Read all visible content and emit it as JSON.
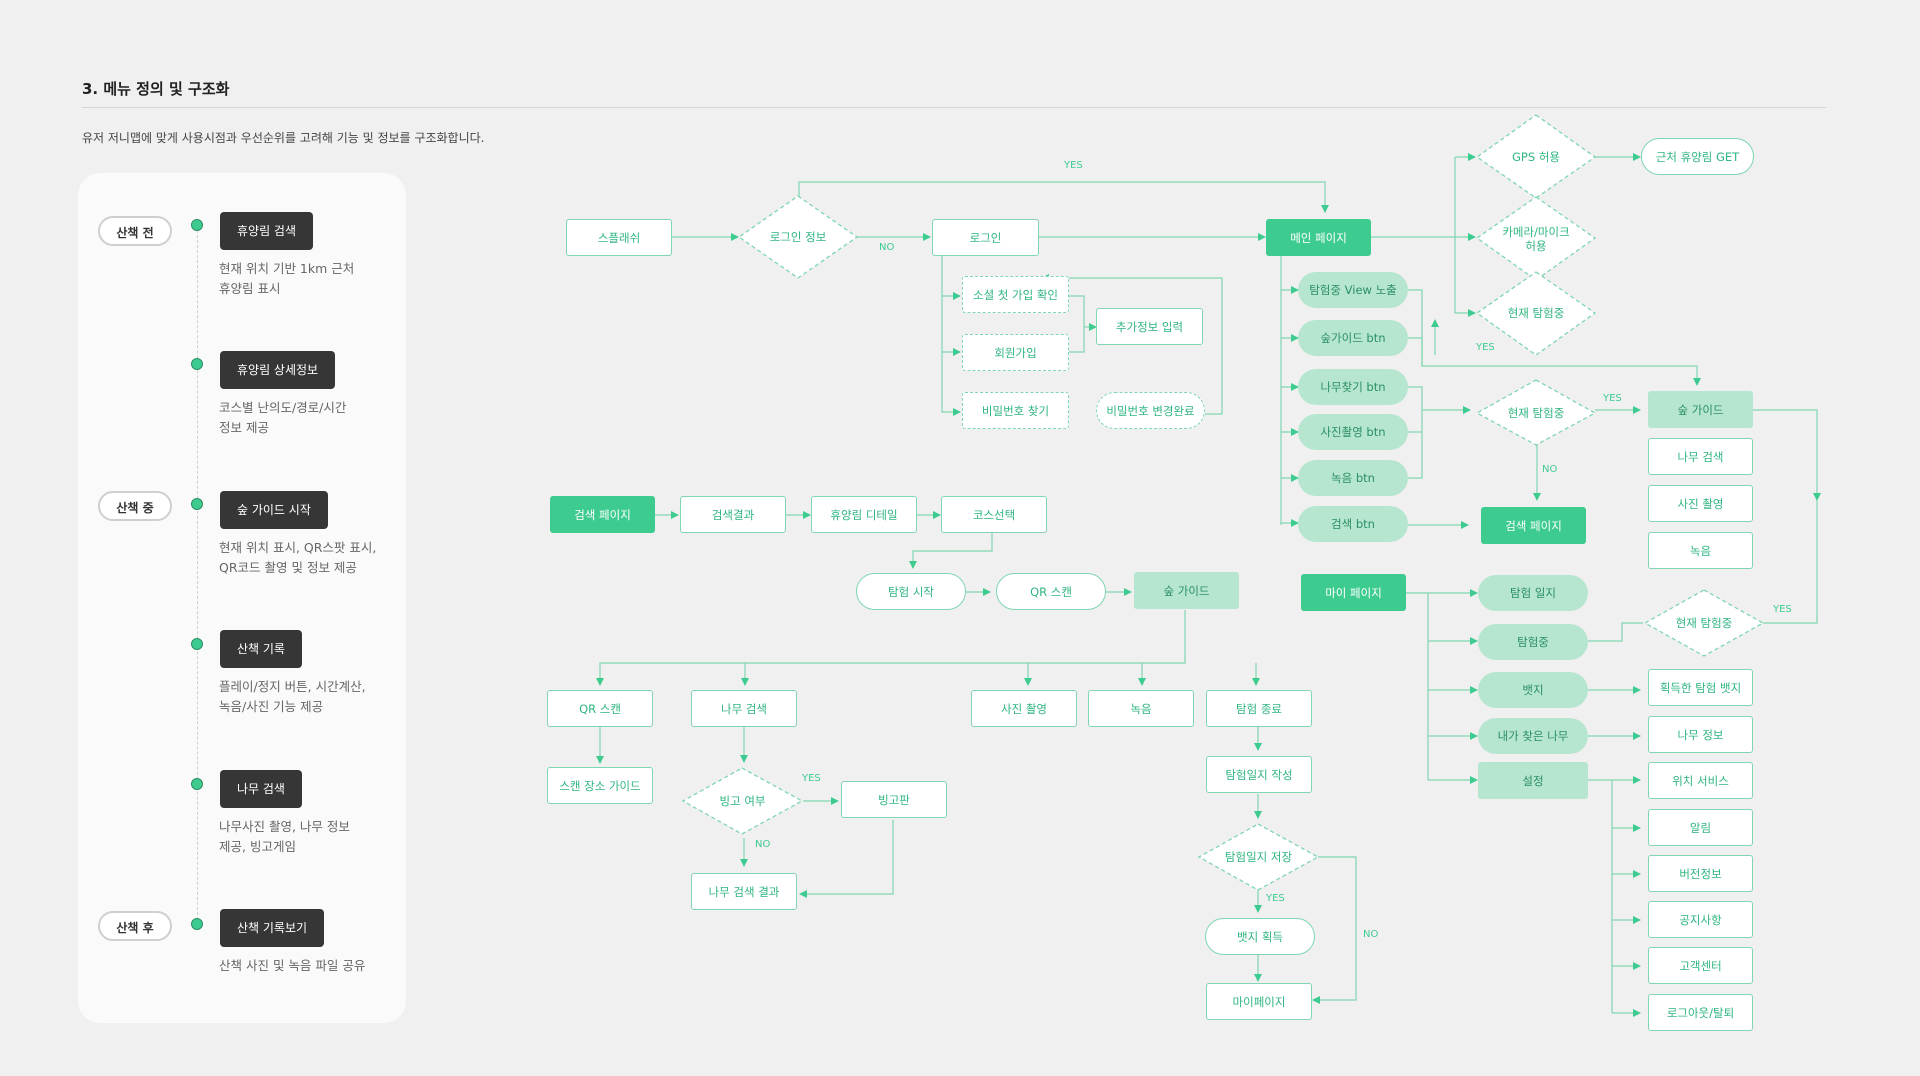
{
  "header": {
    "title": "3. 메뉴 정의 및 구조화",
    "subtitle": "유저 저니맵에 맞게 사용시점과 우선순위를 고려해 기능 및 정보를 구조화합니다."
  },
  "timeline": {
    "phases": [
      "산책 전",
      "산책 중",
      "산책 후"
    ],
    "features": [
      {
        "label": "휴양림 검색",
        "desc": "현재 위치 기반 1km 근처\n휴양림 표시"
      },
      {
        "label": "휴양림 상세정보",
        "desc": "코스별 난의도/경로/시간\n정보 제공"
      },
      {
        "label": "숲 가이드 시작",
        "desc": "현재 위치 표시, QR스팟 표시,\nQR코드 촬영 및 정보 제공"
      },
      {
        "label": "산책 기록",
        "desc": "플레이/정지 버튼, 시간계산,\n녹음/사진 기능 제공"
      },
      {
        "label": "나무 검색",
        "desc": "나무사진 촬영, 나무 정보\n제공, 빙고게임"
      },
      {
        "label": "산책 기록보기",
        "desc": "산책 사진 및 녹음 파일 공유"
      }
    ]
  },
  "flow": {
    "nodes": {
      "splash": "스플래쉬",
      "login_info": "로그인 정보",
      "login": "로그인",
      "social_check": "소셜 첫 가입 확인",
      "signup": "회원가입",
      "find_pw": "비밀번호 찾기",
      "extra_info": "추가정보 입력",
      "pw_changed": "비밀번호 변경완료",
      "main_page": "메인 페이지",
      "exploring_view": "탐험중 View 노출",
      "forest_guide_btn": "숲가이드 btn",
      "find_tree_btn": "나무찾기 btn",
      "photo_btn": "사진촬영 btn",
      "record_btn": "녹음 btn",
      "search_btn": "검색 btn",
      "gps_allow": "GPS 허용",
      "nearby_get": "근처 휴양림 GET",
      "camera_mic": "카메라/마이크\n허용",
      "exploring_now_1": "현재 탐험중",
      "exploring_now_2": "현재 탐험중",
      "forest_guide_r": "숲 가이드",
      "tree_search_r": "나무 검색",
      "photo_r": "사진 촬영",
      "record_r": "녹음",
      "search_page_r": "검색 페이지",
      "search_page": "검색 페이지",
      "search_result": "검색결과",
      "forest_detail": "휴양림 디테일",
      "course_select": "코스선택",
      "explore_start": "탐험 시작",
      "qr_scan": "QR 스캔",
      "forest_guide_c": "숲 가이드",
      "qr_scan_2": "QR 스캔",
      "scan_guide": "스캔 장소 가이드",
      "tree_search": "나무 검색",
      "bingo_check": "빙고 여부",
      "bingo_board": "빙고판",
      "tree_result": "나무 검색 결과",
      "photo_c": "사진 촬영",
      "record_c": "녹음",
      "explore_end": "탐험 종료",
      "journal_write": "탐험일지 작성",
      "journal_save": "탐험일지 저장",
      "badge_get": "뱃지 획득",
      "mypage_end": "마이페이지",
      "my_page": "마이 페이지",
      "journal": "탐험 일지",
      "exploring": "탐험중",
      "badge": "뱃지",
      "my_trees": "내가 찾은 나무",
      "settings": "설정",
      "exploring_now_3": "현재 탐험중",
      "earned_badges": "획득한 탐험 뱃지",
      "tree_info": "나무 정보",
      "location_service": "위치 서비스",
      "notifications": "알림",
      "version": "버전정보",
      "notice": "공지사항",
      "customer_center": "고객센터",
      "logout": "로그아웃/탈퇴"
    },
    "labels": {
      "yes": "YES",
      "no": "NO"
    }
  }
}
